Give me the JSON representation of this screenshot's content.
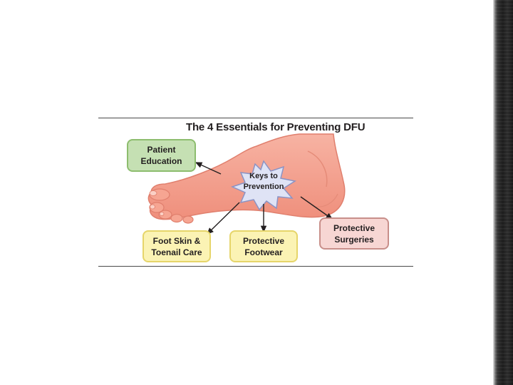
{
  "title": "The 4 Essentials for Preventing DFU",
  "center": {
    "line1": "Keys to",
    "line2": "Prevention"
  },
  "boxes": {
    "patient_education": {
      "line1": "Patient",
      "line2": "Education",
      "color": "#c5e0b3"
    },
    "foot_skin": {
      "line1": "Foot Skin &",
      "line2": "Toenail Care",
      "color": "#fbf3b4"
    },
    "footwear": {
      "line1": "Protective",
      "line2": "Footwear",
      "color": "#fbf3b4"
    },
    "surgeries": {
      "line1": "Protective",
      "line2": "Surgeries",
      "color": "#f7d6d3"
    }
  },
  "colors": {
    "foot": "#f4a08e",
    "foot_outline": "#e07f6d",
    "burst": "#dfe3f5",
    "burst_outline": "#8b93c4",
    "arrow": "#231f20"
  }
}
